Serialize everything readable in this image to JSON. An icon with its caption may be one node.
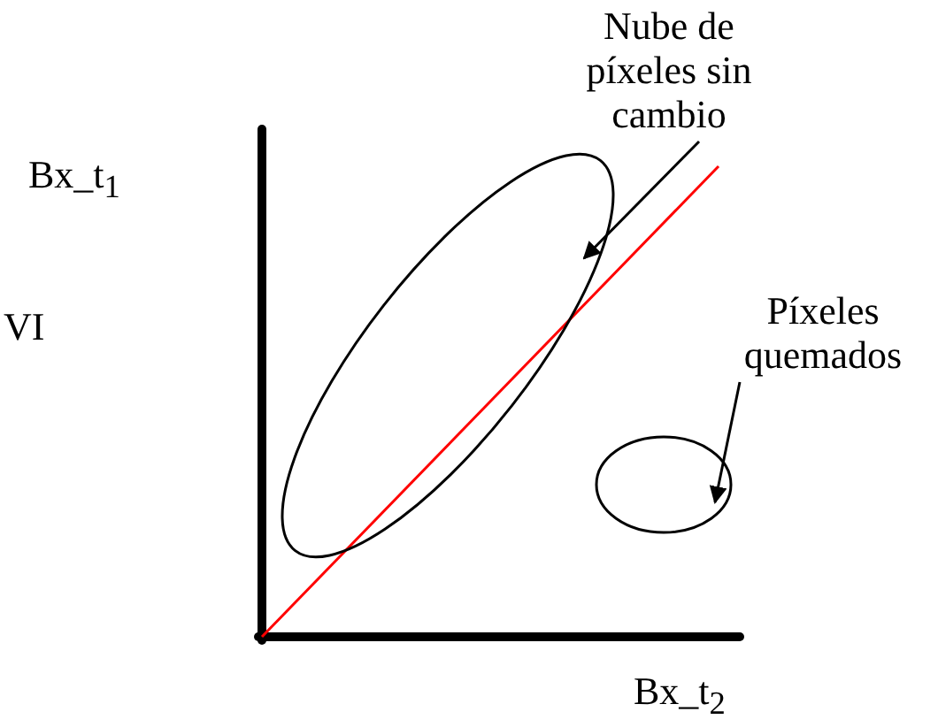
{
  "diagram": {
    "nodes": [
      {
        "text": [
          "Nube de píxeles sin cambio"
        ]
      },
      {
        "text": [],
        "shape": "ellipse"
      },
      {
        "text": [
          "Píxeles quemados"
        ]
      },
      {
        "text": [],
        "shape": "ellipse"
      }
    ],
    "edges": [
      {
        "from": 0,
        "to": 1,
        "arrow": "to"
      },
      {
        "from": 2,
        "to": 3,
        "arrow": "to"
      }
    ],
    "labels": [
      "Bx_t$_{1}$",
      "VI",
      "Bx_t$_{2}$"
    ]
  }
}
